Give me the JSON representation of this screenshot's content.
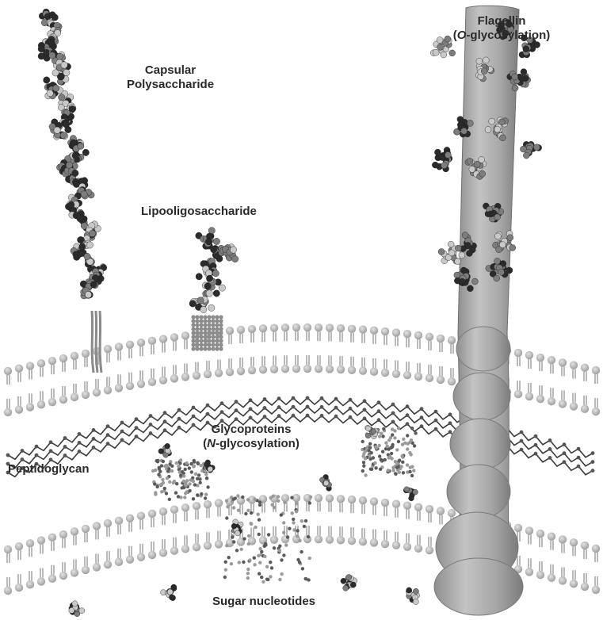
{
  "labels": {
    "flagellin_line1": "Flagellin",
    "flagellin_line2_italic": "O",
    "flagellin_line2_rest": "-glycosylation)",
    "capsular_line1": "Capsular",
    "capsular_line2": "Polysaccharide",
    "lipooligosaccharide": "Lipooligosaccharide",
    "glycoproteins_line1": "Glycoproteins",
    "glycoproteins_line2_italic": "N",
    "glycoproteins_line2_rest": "-glycosylation)",
    "peptidoglycan": "Peptidoglycan",
    "sugar_nucleotides": "Sugar nucleotides"
  },
  "colors": {
    "background": "#ffffff",
    "lipid_head": "#b4b4b4",
    "dark_residue": "#2b2b2b",
    "mid_residue": "#7d7d7d",
    "light_residue": "#c9c9c9",
    "flagellum": "#a9a9a9",
    "peptidoglycan": "#3a3a3a"
  }
}
